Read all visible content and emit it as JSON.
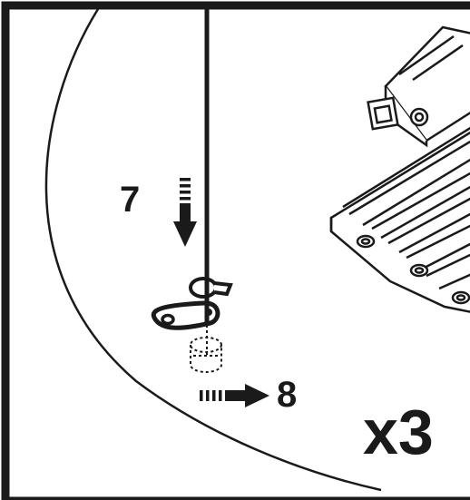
{
  "steps": {
    "step_a": "7",
    "step_b": "8"
  },
  "quantity": "x3",
  "colors": {
    "ink": "#1a1a1a",
    "paper": "#ffffff"
  }
}
